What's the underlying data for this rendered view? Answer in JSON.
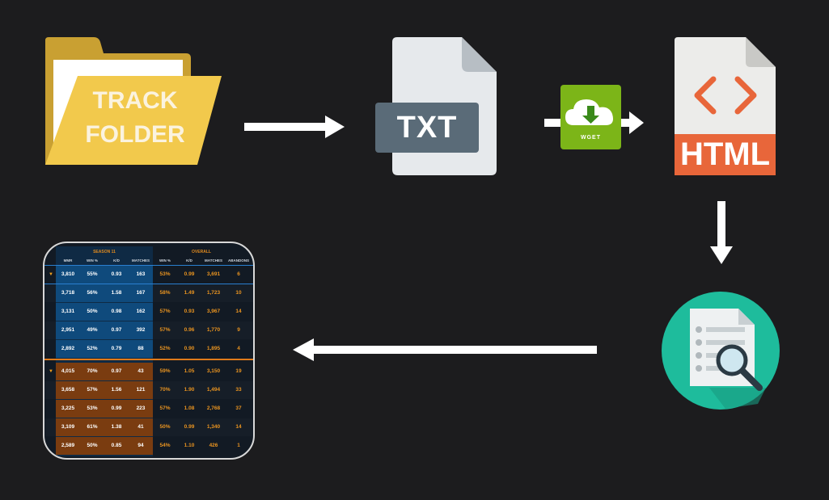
{
  "nodes": {
    "track_folder": {
      "line1": "TRACK",
      "line2": "FOLDER"
    },
    "txt_file": {
      "label": "TXT"
    },
    "wget": {
      "label": "WGET"
    },
    "html_file": {
      "label": "HTML",
      "code_glyph": "< >"
    },
    "inspect": {
      "icon": "document-magnifier-icon"
    }
  },
  "table_panel": {
    "group_headers": [
      "SEASON 11",
      "OVERALL"
    ],
    "columns": [
      "MMR",
      "WIN %",
      "K/D",
      "MATCHES",
      "WIN %",
      "K/D",
      "MATCHES",
      "ABANDONS"
    ],
    "team_blue": [
      {
        "top": true,
        "cells": [
          "3,810",
          "55%",
          "0.93",
          "163",
          "53%",
          "0.99",
          "3,691",
          "6"
        ]
      },
      {
        "top": false,
        "cells": [
          "3,718",
          "56%",
          "1.58",
          "167",
          "58%",
          "1.49",
          "1,723",
          "10"
        ]
      },
      {
        "top": false,
        "cells": [
          "3,131",
          "50%",
          "0.98",
          "162",
          "57%",
          "0.93",
          "3,967",
          "14"
        ]
      },
      {
        "top": false,
        "cells": [
          "2,951",
          "49%",
          "0.97",
          "392",
          "57%",
          "0.96",
          "1,770",
          "9"
        ]
      },
      {
        "top": false,
        "cells": [
          "2,892",
          "52%",
          "0.79",
          "88",
          "52%",
          "0.90",
          "1,895",
          "4"
        ]
      }
    ],
    "team_orange": [
      {
        "top": true,
        "cells": [
          "4,015",
          "70%",
          "0.97",
          "43",
          "59%",
          "1.05",
          "3,150",
          "19"
        ]
      },
      {
        "top": false,
        "cells": [
          "3,658",
          "57%",
          "1.56",
          "121",
          "70%",
          "1.90",
          "1,494",
          "33"
        ]
      },
      {
        "top": false,
        "cells": [
          "3,225",
          "53%",
          "0.99",
          "223",
          "57%",
          "1.08",
          "2,768",
          "37"
        ]
      },
      {
        "top": false,
        "cells": [
          "3,109",
          "61%",
          "1.38",
          "41",
          "50%",
          "0.99",
          "1,340",
          "14"
        ]
      },
      {
        "top": false,
        "cells": [
          "2,589",
          "50%",
          "0.85",
          "94",
          "54%",
          "1.10",
          "426",
          "1"
        ]
      }
    ]
  },
  "colors": {
    "background": "#1c1c1e",
    "folder_yellow": "#f2c94c",
    "txt_band": "#5a6b78",
    "wget_green": "#7cb518",
    "html_orange": "#e8663a",
    "inspect_teal": "#1ebc9c",
    "team_blue": "#0f4a7c",
    "team_orange": "#7a3c10",
    "stat_orange": "#e89320"
  }
}
